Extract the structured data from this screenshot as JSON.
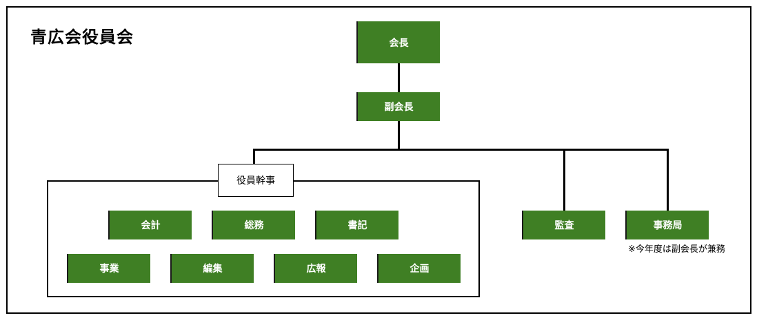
{
  "title": "青広会役員会",
  "nodes": {
    "chair": "会長",
    "vice_chair": "副会長",
    "group_label": "役員幹事",
    "accounting": "会計",
    "general_affairs": "総務",
    "secretary": "書記",
    "business": "事業",
    "editing": "編集",
    "publicity": "広報",
    "planning": "企画",
    "audit": "監査",
    "secretariat": "事務局"
  },
  "note": "※今年度は副会長が兼務",
  "colors": {
    "box_fill": "#3f7f24",
    "box_text": "#ffffff",
    "line": "#000000"
  }
}
